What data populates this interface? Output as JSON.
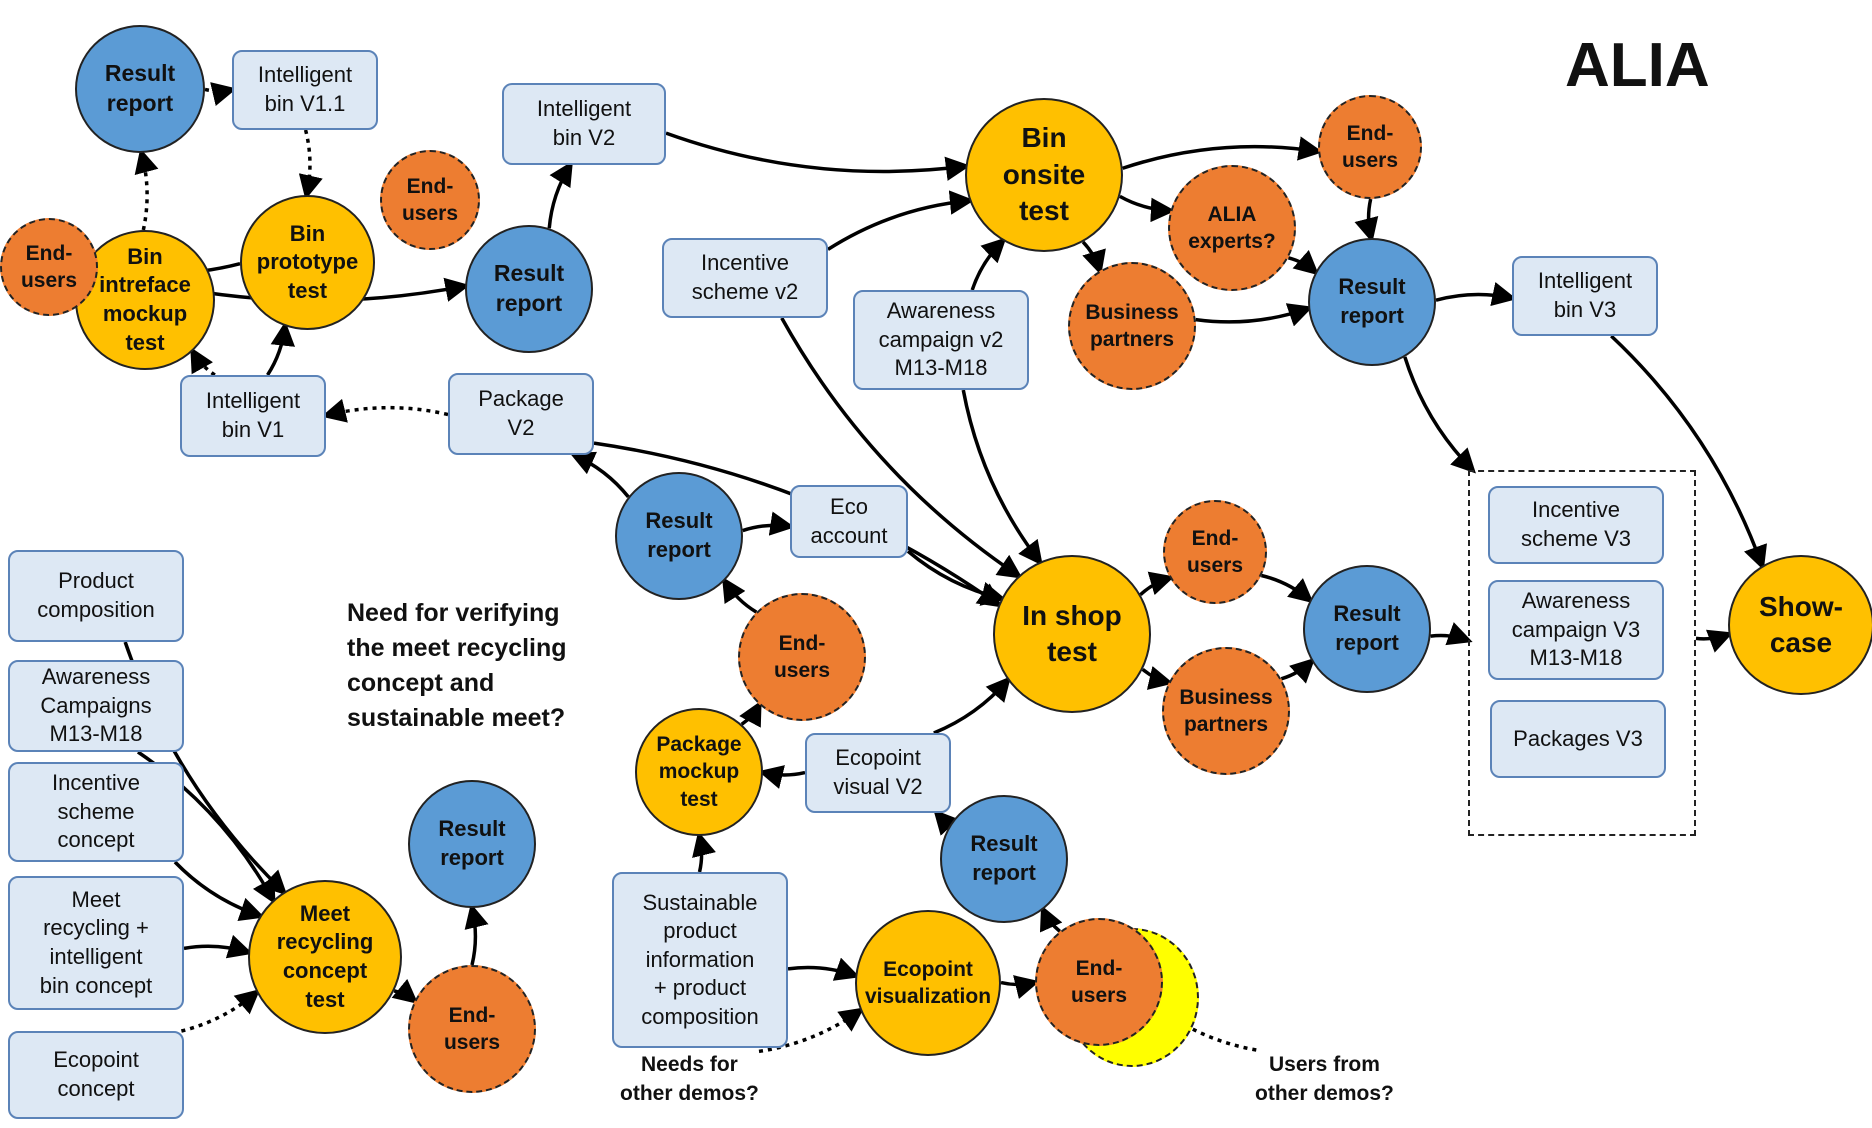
{
  "title": "ALIA",
  "nodes": [
    {
      "id": "n1",
      "label": "Result\nreport",
      "shape": "circle",
      "color": "blue"
    },
    {
      "id": "n2",
      "label": "Intelligent\nbin V1.1",
      "shape": "box"
    },
    {
      "id": "n3",
      "label": "End-\nusers",
      "shape": "circle",
      "color": "orange"
    },
    {
      "id": "n4",
      "label": "Bin\nprototype\ntest",
      "shape": "circle",
      "color": "yellow"
    },
    {
      "id": "n5",
      "label": "Bin\nintreface\nmockup\ntest",
      "shape": "circle",
      "color": "yellow"
    },
    {
      "id": "n6",
      "label": "End-\nusers",
      "shape": "circle",
      "color": "orange"
    },
    {
      "id": "n7",
      "label": "Intelligent\nbin V2",
      "shape": "box"
    },
    {
      "id": "n8",
      "label": "Result\nreport",
      "shape": "circle",
      "color": "blue"
    },
    {
      "id": "n9",
      "label": "Intelligent\nbin V1",
      "shape": "box"
    },
    {
      "id": "n10",
      "label": "Package\nV2",
      "shape": "box"
    },
    {
      "id": "n11",
      "label": "Incentive\nscheme v2",
      "shape": "box"
    },
    {
      "id": "n12",
      "label": "Awareness\ncampaign v2\nM13-M18",
      "shape": "box"
    },
    {
      "id": "n13",
      "label": "Bin\nonsite\ntest",
      "shape": "circle",
      "color": "yellow"
    },
    {
      "id": "n14",
      "label": "End-\nusers",
      "shape": "circle",
      "color": "orange"
    },
    {
      "id": "n15",
      "label": "ALIA\nexperts?",
      "shape": "circle",
      "color": "orange"
    },
    {
      "id": "n16",
      "label": "Business\npartners",
      "shape": "circle",
      "color": "orange"
    },
    {
      "id": "n17",
      "label": "Result\nreport",
      "shape": "circle",
      "color": "blue"
    },
    {
      "id": "n18",
      "label": "Intelligent\nbin V3",
      "shape": "box"
    },
    {
      "id": "n19",
      "label": "Result\nreport",
      "shape": "circle",
      "color": "blue"
    },
    {
      "id": "n20",
      "label": "Eco\naccount",
      "shape": "box"
    },
    {
      "id": "n21",
      "label": "In shop\ntest",
      "shape": "circle",
      "color": "yellow"
    },
    {
      "id": "n22",
      "label": "End-\nusers",
      "shape": "circle",
      "color": "orange"
    },
    {
      "id": "n23",
      "label": "Result\nreport",
      "shape": "circle",
      "color": "blue"
    },
    {
      "id": "n24",
      "label": "Business\npartners",
      "shape": "circle",
      "color": "orange"
    },
    {
      "id": "n25",
      "label": "Incentive\nscheme V3",
      "shape": "box"
    },
    {
      "id": "n26",
      "label": "Awareness\ncampaign V3\nM13-M18",
      "shape": "box"
    },
    {
      "id": "n27",
      "label": "Packages V3",
      "shape": "box"
    },
    {
      "id": "n28",
      "label": "Show-\ncase",
      "shape": "circle",
      "color": "yellow"
    },
    {
      "id": "n29",
      "label": "End-\nusers",
      "shape": "circle",
      "color": "orange"
    },
    {
      "id": "n30",
      "label": "Package\nmockup\ntest",
      "shape": "circle",
      "color": "yellow"
    },
    {
      "id": "n31",
      "label": "Ecopoint\nvisual V2",
      "shape": "box"
    },
    {
      "id": "n32",
      "label": "Result\nreport",
      "shape": "circle",
      "color": "blue"
    },
    {
      "id": "n33",
      "label": "Sustainable\nproduct\ninformation\n+ product\ncomposition",
      "shape": "box"
    },
    {
      "id": "n34",
      "label": "Ecopoint\nvisualization",
      "shape": "circle",
      "color": "yellow"
    },
    {
      "id": "n35",
      "label": "End-\nusers",
      "shape": "circle",
      "color": "orange"
    },
    {
      "id": "n36",
      "label": "Product\ncomposition",
      "shape": "box"
    },
    {
      "id": "n37",
      "label": "Awareness\nCampaigns\nM13-M18",
      "shape": "box"
    },
    {
      "id": "n38",
      "label": "Incentive\nscheme\nconcept",
      "shape": "box"
    },
    {
      "id": "n39",
      "label": "Meet\nrecycling +\nintelligent\nbin concept",
      "shape": "box"
    },
    {
      "id": "n40",
      "label": "Ecopoint\nconcept",
      "shape": "box"
    },
    {
      "id": "n41",
      "label": "Meet\nrecycling\nconcept\ntest",
      "shape": "circle",
      "color": "yellow"
    },
    {
      "id": "n42",
      "label": "Result\nreport",
      "shape": "circle",
      "color": "blue"
    },
    {
      "id": "n43",
      "label": "End-\nusers",
      "shape": "circle",
      "color": "orange"
    }
  ],
  "notes": [
    {
      "id": "t1",
      "text": "Need for verifying\nthe meet recycling\nconcept and\nsustainable meet?"
    },
    {
      "id": "t2",
      "text": "Needs for\nother demos?"
    },
    {
      "id": "t3",
      "text": "Users from\nother demos?"
    }
  ],
  "edges": [
    {
      "from": "n1",
      "to": "n2",
      "style": "dotted"
    },
    {
      "from": "n2",
      "to": "n4",
      "style": "dotted"
    },
    {
      "from": "n5",
      "to": "n1",
      "style": "dotted"
    },
    {
      "from": "n4",
      "to": "n6",
      "style": "solid"
    },
    {
      "from": "n6",
      "to": "n8",
      "style": "solid"
    },
    {
      "from": "n8",
      "to": "n7",
      "style": "solid"
    },
    {
      "from": "n9",
      "to": "n4",
      "style": "solid"
    },
    {
      "from": "n9",
      "to": "n5",
      "style": "dotted"
    },
    {
      "from": "n10",
      "to": "n9",
      "style": "dotted"
    },
    {
      "from": "n10",
      "to": "n21",
      "style": "solid"
    },
    {
      "from": "n7",
      "to": "n13",
      "style": "solid"
    },
    {
      "from": "n11",
      "to": "n13",
      "style": "solid"
    },
    {
      "from": "n11",
      "to": "n21",
      "style": "solid"
    },
    {
      "from": "n12",
      "to": "n13",
      "style": "solid"
    },
    {
      "from": "n12",
      "to": "n21",
      "style": "solid"
    },
    {
      "from": "n13",
      "to": "n14",
      "style": "solid"
    },
    {
      "from": "n13",
      "to": "n15",
      "style": "solid"
    },
    {
      "from": "n13",
      "to": "n16",
      "style": "solid"
    },
    {
      "from": "n14",
      "to": "n17",
      "style": "solid"
    },
    {
      "from": "n15",
      "to": "n17",
      "style": "solid"
    },
    {
      "from": "n16",
      "to": "n17",
      "style": "solid"
    },
    {
      "from": "n17",
      "to": "n18",
      "style": "solid"
    },
    {
      "from": "n17",
      "to": "g1",
      "style": "solid"
    },
    {
      "from": "n18",
      "to": "n28",
      "style": "solid"
    },
    {
      "from": "n19",
      "to": "n10",
      "style": "solid"
    },
    {
      "from": "n19",
      "to": "n20",
      "style": "solid"
    },
    {
      "from": "n20",
      "to": "n21",
      "style": "solid"
    },
    {
      "from": "n21",
      "to": "n22",
      "style": "solid"
    },
    {
      "from": "n21",
      "to": "n24",
      "style": "solid"
    },
    {
      "from": "n22",
      "to": "n23",
      "style": "solid"
    },
    {
      "from": "n24",
      "to": "n23",
      "style": "solid"
    },
    {
      "from": "n23",
      "to": "g1",
      "style": "solid"
    },
    {
      "from": "g1",
      "to": "n28",
      "style": "solid"
    },
    {
      "from": "n29",
      "to": "n19",
      "style": "solid"
    },
    {
      "from": "n30",
      "to": "n29",
      "style": "solid"
    },
    {
      "from": "n31",
      "to": "n30",
      "style": "solid"
    },
    {
      "from": "n31",
      "to": "n21",
      "style": "solid"
    },
    {
      "from": "n32",
      "to": "n31",
      "style": "solid"
    },
    {
      "from": "n33",
      "to": "n30",
      "style": "solid"
    },
    {
      "from": "n33",
      "to": "n34",
      "style": "solid"
    },
    {
      "from": "n34",
      "to": "n35",
      "style": "solid"
    },
    {
      "from": "n35",
      "to": "n32",
      "style": "solid"
    },
    {
      "from": "t2",
      "to": "n34",
      "style": "dotted"
    },
    {
      "from": "t3",
      "to": "n35",
      "style": "dotted"
    },
    {
      "from": "n36",
      "to": "n41",
      "style": "solid"
    },
    {
      "from": "n37",
      "to": "n41",
      "style": "solid"
    },
    {
      "from": "n38",
      "to": "n41",
      "style": "solid"
    },
    {
      "from": "n39",
      "to": "n41",
      "style": "solid"
    },
    {
      "from": "n40",
      "to": "n41",
      "style": "dotted"
    },
    {
      "from": "n41",
      "to": "n43",
      "style": "solid"
    },
    {
      "from": "n43",
      "to": "n42",
      "style": "solid"
    }
  ],
  "colors": {
    "blue": "#5b9bd5",
    "orange": "#ed7d31",
    "yellow": "#ffc000",
    "box_fill": "#dde8f4",
    "box_border": "#5b83b8",
    "ghost": "#ffff00",
    "line": "#000000"
  }
}
